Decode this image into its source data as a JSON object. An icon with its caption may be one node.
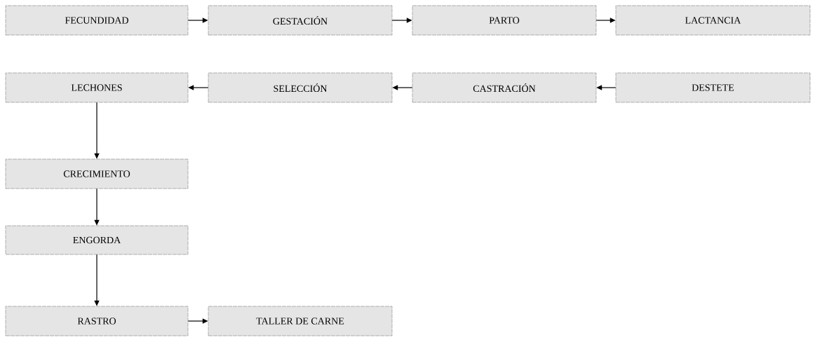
{
  "diagram": {
    "nodes": [
      {
        "text": [
          "FECUNDIDAD"
        ]
      },
      {
        "text": [
          "GESTACIÓN"
        ]
      },
      {
        "text": [
          "PARTO"
        ]
      },
      {
        "text": [
          "LACTANCIA"
        ]
      },
      {
        "text": [
          "LECHONES"
        ]
      },
      {
        "text": [
          "SELECCIÓN"
        ]
      },
      {
        "text": [
          "CASTRACIÓN"
        ]
      },
      {
        "text": [
          "DESTETE"
        ]
      },
      {
        "text": [
          "CRECIMIENTO"
        ]
      },
      {
        "text": [
          "ENGORDA"
        ]
      },
      {
        "text": [
          "RASTRO"
        ]
      },
      {
        "text": [
          "TALLER DE CARNE"
        ]
      }
    ],
    "edges": [
      {
        "from": 0,
        "to": 1,
        "arrow": "to"
      },
      {
        "from": 1,
        "to": 2,
        "arrow": "to"
      },
      {
        "from": 2,
        "to": 3,
        "arrow": "to"
      },
      {
        "from": 7,
        "to": 6,
        "arrow": "to"
      },
      {
        "from": 6,
        "to": 5,
        "arrow": "to"
      },
      {
        "from": 5,
        "to": 4,
        "arrow": "to"
      },
      {
        "from": 4,
        "to": 8,
        "arrow": "to"
      },
      {
        "from": 8,
        "to": 9,
        "arrow": "to"
      },
      {
        "from": 9,
        "to": 10,
        "arrow": "to"
      },
      {
        "from": 10,
        "to": 11,
        "arrow": "to"
      }
    ]
  }
}
